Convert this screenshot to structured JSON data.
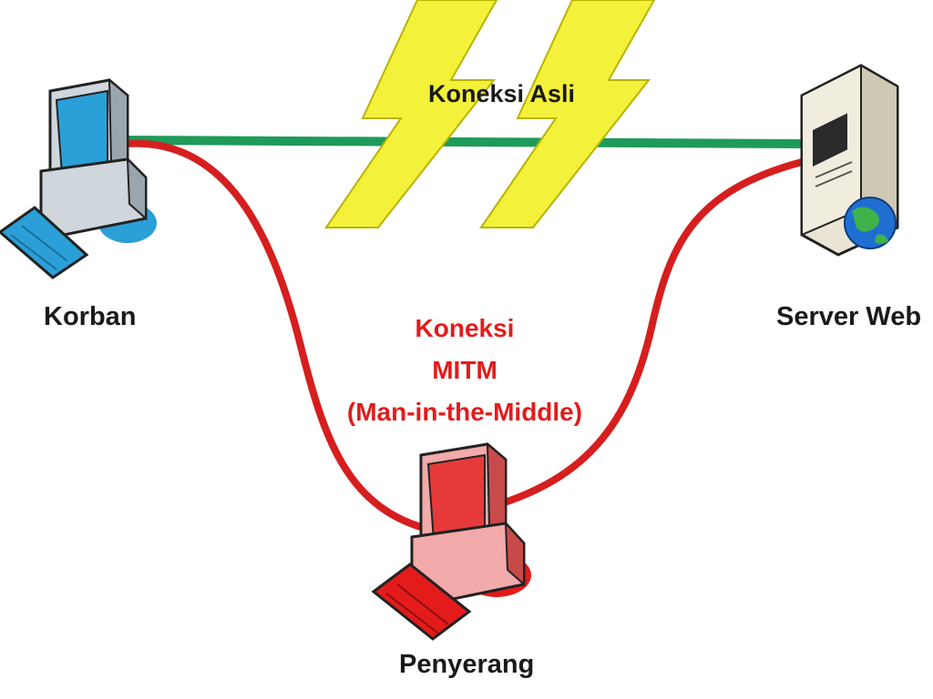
{
  "nodes": {
    "victim": {
      "label": "Korban",
      "color": "#2b9fd8"
    },
    "server": {
      "label": "Server Web",
      "color": "#e9e4d4"
    },
    "attacker": {
      "label": "Penyerang",
      "color": "#e31b1b"
    }
  },
  "connections": {
    "original": {
      "label": "Koneksi Asli",
      "color": "#1e9a5a",
      "bolt_color": "#f4f13a"
    },
    "mitm": {
      "line1": "Koneksi",
      "line2": "MITM",
      "line3": "(Man-in-the-Middle)",
      "color": "#d61e1e"
    }
  },
  "icons": {
    "victim": "desktop-computer-icon",
    "server": "server-tower-icon",
    "attacker": "desktop-computer-icon",
    "globe": "globe-icon",
    "bolt": "lightning-bolt-icon"
  }
}
